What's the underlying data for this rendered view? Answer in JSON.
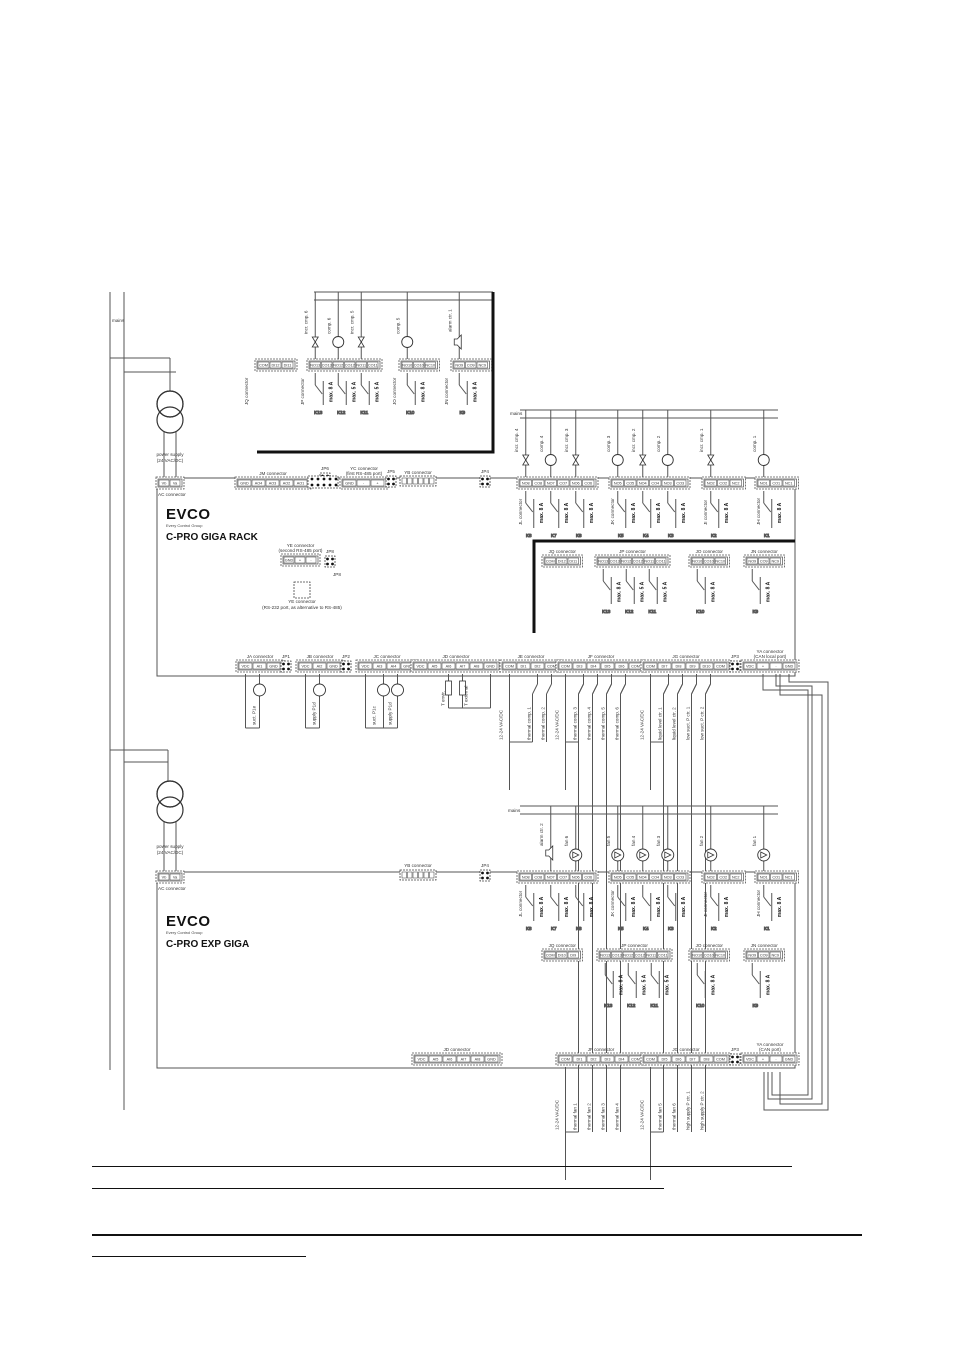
{
  "mains_label": "mains",
  "power_supply_1": {
    "line1": "power supply",
    "line2": "(24 VAC/DC)"
  },
  "power_supply_2": {
    "line1": "power supply",
    "line2": "(24 VAC/DC)"
  },
  "ac_connector": "AC connector",
  "ac_pins": [
    "Vb",
    "Va"
  ],
  "brand": {
    "name": "EVCO",
    "tagline": "Every Control Group"
  },
  "rack": {
    "product": "C-PRO GIGA RACK",
    "top_connectors": [
      {
        "name": "JM connector",
        "pins": [
          "GND",
          "AO4",
          "AO3",
          "AO2",
          "AO1"
        ]
      },
      {
        "name": "JP6",
        "pins": []
      },
      {
        "name": "YC connector",
        "sub": "(first RS-485 port)",
        "pins": [
          "GND",
          "-",
          "+"
        ]
      },
      {
        "name": "JP5",
        "pins": []
      },
      {
        "name": "YB connector",
        "pins": []
      },
      {
        "name": "JP4",
        "pins": []
      }
    ],
    "ye": {
      "name": "YE connector",
      "sub": "(second RS-485 port)",
      "pins": [
        "GND",
        "+",
        "-"
      ]
    },
    "jp8": "JP8",
    "yf": {
      "name": "YE connector",
      "sub": "(RS-232 port, as alternative to RS-485)"
    },
    "bottom_connectors": [
      {
        "name": "JA connector",
        "pins": [
          "VDC",
          "AI1",
          "GND"
        ]
      },
      {
        "name": "JP1",
        "pins": []
      },
      {
        "name": "JB connector",
        "pins": [
          "VDC",
          "AI2",
          "GND"
        ]
      },
      {
        "name": "JP2",
        "pins": []
      },
      {
        "name": "JC connector",
        "pins": [
          "VDC",
          "AI3",
          "AI4",
          "GND"
        ]
      },
      {
        "name": "JD connector",
        "pins": [
          "VDC",
          "AI5",
          "AI6",
          "AI7",
          "AI8",
          "GND"
        ]
      },
      {
        "name": "JE connector",
        "pins": [
          "COM",
          "DI1",
          "DI2",
          "COM"
        ]
      },
      {
        "name": "JF connector",
        "pins": [
          "COM",
          "DI3",
          "DI4",
          "DI5",
          "DI6",
          "COM"
        ]
      },
      {
        "name": "JG connector",
        "pins": [
          "COM",
          "DI7",
          "DI8",
          "DI9",
          "DI10",
          "COM"
        ]
      },
      {
        "name": "JP3",
        "pins": []
      },
      {
        "name": "YA connector",
        "sub": "(CAN local port)",
        "pins": [
          "VDC",
          "+",
          "-",
          "GND"
        ]
      }
    ],
    "sensors": [
      "suct. P1e",
      "supply P1d",
      "suct. P1c",
      "supply P1d",
      "T envir.",
      "T external"
    ],
    "inputs_je": [
      "12-24 VAC/DC",
      "thermal comp. 1",
      "thermal comp. 2"
    ],
    "inputs_jf": [
      "12-24 VAC/DC",
      "thermal comp. 3",
      "thermal comp. 4",
      "thermal comp. 5",
      "thermal comp. 6"
    ],
    "inputs_jg": [
      "12-24 VAC/DC",
      "liquid level ctr. 1",
      "liquid level ctr. 2",
      "low suct. P ctr. 1",
      "low suct. P ctr. 2"
    ],
    "relay_connectors": [
      {
        "name": "JL connector",
        "pins": [
          "NO8",
          "CO8",
          "NO7",
          "CO7",
          "NO6",
          "CO6"
        ],
        "loads": [
          "incr. cmp. 4",
          "comp. 4",
          "incr. cmp. 3"
        ],
        "relays": [
          "K8",
          "K7",
          "K6"
        ]
      },
      {
        "name": "JK connector",
        "pins": [
          "NO5",
          "CO5",
          "NO4",
          "CO4",
          "NO3",
          "CO3"
        ],
        "loads": [
          "comp. 3",
          "incr. cmp. 2",
          "comp. 2"
        ],
        "relays": [
          "K5",
          "K4",
          "K3"
        ]
      },
      {
        "name": "JI connector",
        "pins": [
          "NO2",
          "CO2",
          "NC2"
        ],
        "loads": [
          "incr. cmp. 1"
        ],
        "relays": [
          "K2"
        ]
      },
      {
        "name": "JH connector",
        "pins": [
          "NO1",
          "CO1",
          "NC1"
        ],
        "loads": [
          "comp. 1"
        ],
        "relays": [
          "K1"
        ]
      }
    ],
    "lower_relay_connectors": [
      {
        "name": "JQ connector",
        "pins": [
          "COM",
          "DI12",
          "DI11"
        ]
      },
      {
        "name": "JP connector",
        "pins": [
          "NO13",
          "CO13",
          "NO12",
          "CO12",
          "NO11",
          "CO11"
        ],
        "relays": [
          "K13",
          "K12",
          "K11"
        ]
      },
      {
        "name": "JO connector",
        "pins": [
          "NO10",
          "CO10",
          "NC10"
        ],
        "relays": [
          "K10"
        ]
      },
      {
        "name": "JN connector",
        "pins": [
          "NO9",
          "CO9",
          "NC9"
        ],
        "relays": [
          "K9"
        ]
      }
    ],
    "ext_top": {
      "jq": {
        "name": "JQ connector",
        "pins": [
          "COM",
          "DI12",
          "DI11"
        ]
      },
      "jp": {
        "name": "JP connector",
        "pins": [
          "NO13",
          "CO13",
          "NO12",
          "CO12",
          "NO11",
          "CO11"
        ],
        "loads": [
          "incr. cmp. 6",
          "comp. 6",
          "incr. cmp. 5"
        ],
        "relays": [
          "K13",
          "K12",
          "K11"
        ]
      },
      "jo": {
        "name": "JO connector",
        "pins": [
          "NO10",
          "CO10",
          "NC10"
        ],
        "loads": [
          "comp. 5"
        ],
        "relays": [
          "K10"
        ]
      },
      "jn": {
        "name": "JN connector",
        "pins": [
          "NO9",
          "CO9",
          "NC9"
        ],
        "loads": [
          "alarm ctr. 1"
        ],
        "relays": [
          "K9"
        ]
      }
    }
  },
  "exp": {
    "product": "C-PRO EXP GIGA",
    "yb": "YB connector",
    "jp4": "JP4",
    "mains": "mains",
    "relay_connectors": [
      {
        "name": "JL connector",
        "pins": [
          "NO8",
          "CO8",
          "NO7",
          "CO7",
          "NO6",
          "CO6"
        ],
        "loads": [
          "alarm ctr. 2",
          "fan 6"
        ],
        "relays": [
          "K8",
          "K7",
          "K6"
        ]
      },
      {
        "name": "JK connector",
        "pins": [
          "NO5",
          "CO5",
          "NO4",
          "CO4",
          "NO3",
          "CO3"
        ],
        "loads": [
          "fan 5",
          "fan 4",
          "fan 3"
        ],
        "relays": [
          "K5",
          "K4",
          "K3"
        ]
      },
      {
        "name": "JI connector",
        "pins": [
          "NO2",
          "CO2",
          "NC2"
        ],
        "loads": [
          "fan 2"
        ],
        "relays": [
          "K2"
        ]
      },
      {
        "name": "JH connector",
        "pins": [
          "NO1",
          "CO1",
          "NC1"
        ],
        "loads": [
          "fan 1"
        ],
        "relays": [
          "K1"
        ]
      }
    ],
    "lower_relay_connectors": [
      {
        "name": "JQ connector",
        "pins": [
          "COM",
          "DI10",
          "DI9"
        ]
      },
      {
        "name": "JP connector",
        "pins": [
          "NO13",
          "CO13",
          "NO12",
          "CO12",
          "NO11",
          "CO11"
        ],
        "relays": [
          "K13",
          "K12",
          "K11"
        ]
      },
      {
        "name": "JO connector",
        "pins": [
          "NO10",
          "CO10",
          "NC10"
        ],
        "relays": [
          "K10"
        ]
      },
      {
        "name": "JN connector",
        "pins": [
          "NO9",
          "CO9",
          "NC9"
        ],
        "relays": [
          "K9"
        ]
      }
    ],
    "bottom_connectors": [
      {
        "name": "JD connector",
        "pins": [
          "VDC",
          "AI5",
          "AI6",
          "AI7",
          "AI8",
          "GND"
        ]
      },
      {
        "name": "JF connector",
        "pins": [
          "COM",
          "DI1",
          "DI2",
          "DI3",
          "DI4",
          "COM"
        ]
      },
      {
        "name": "JG connector",
        "pins": [
          "COM",
          "DI5",
          "DI6",
          "DI7",
          "DI8",
          "COM"
        ]
      },
      {
        "name": "JP3",
        "pins": []
      },
      {
        "name": "YA connector",
        "sub": "(CAN port)",
        "pins": [
          "VDC",
          "+",
          "-",
          "GND"
        ]
      }
    ],
    "inputs_jf": [
      "12-24 VAC/DC",
      "thermal fan 1",
      "thermal fan 2",
      "thermal fan 3",
      "thermal fan 4"
    ],
    "inputs_jg": [
      "12-24 VAC/DC",
      "thermal fan 5",
      "thermal fan 6",
      "high supply P ctr. 1",
      "high supply P ctr. 2"
    ]
  },
  "max_labels": {
    "a8": "max. 8 A",
    "a5": "max. 5 A"
  }
}
